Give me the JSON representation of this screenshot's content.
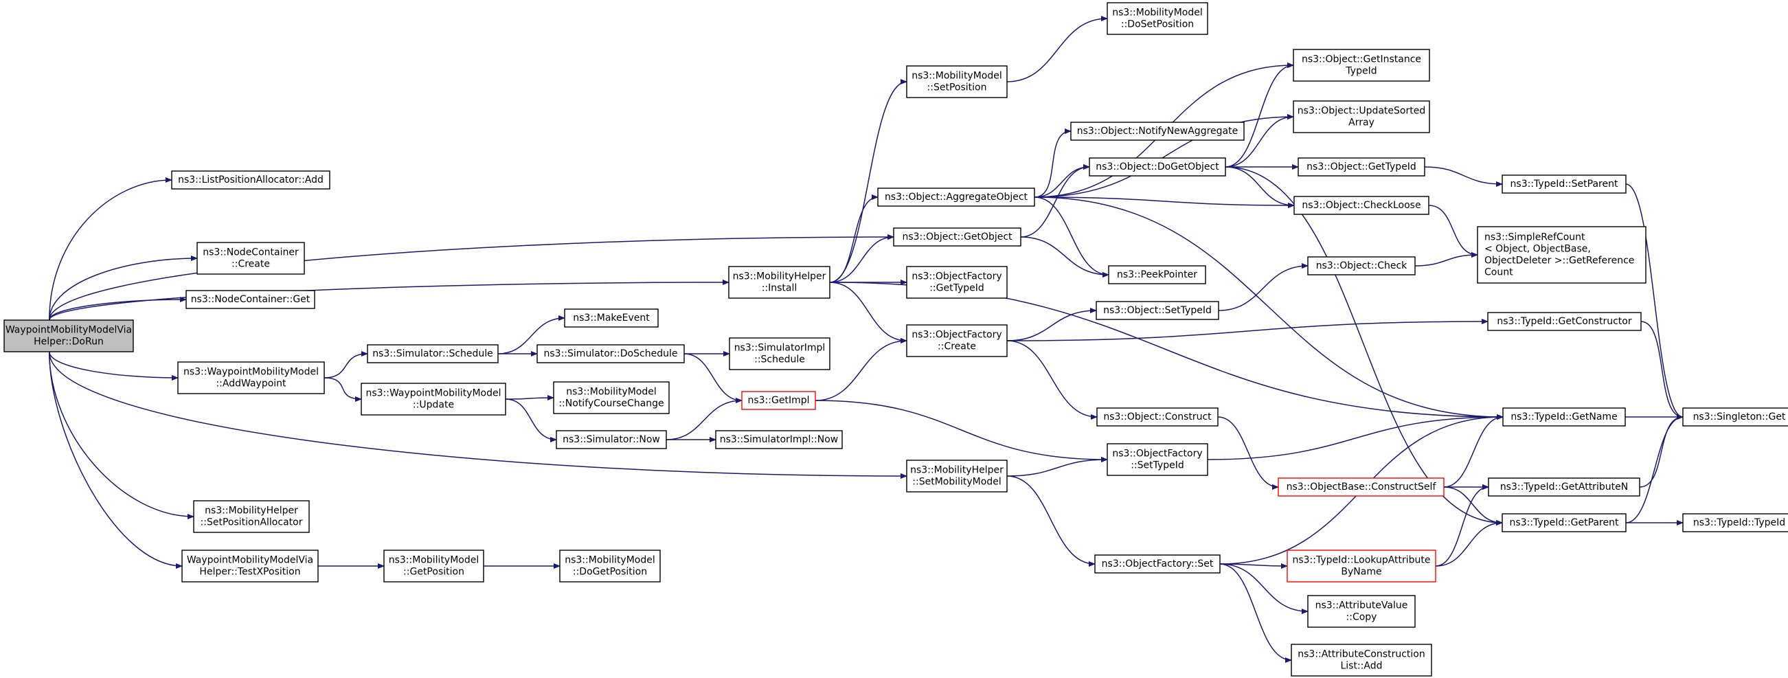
{
  "diagram": {
    "type": "call-graph",
    "colors": {
      "edge": "#191970",
      "root_fill": "#bfbfbf",
      "border": "#000000",
      "truncated_border": "#ff0000"
    },
    "nodes": [
      {
        "id": "root",
        "lines": [
          "WaypointMobilityModelVia",
          "Helper::DoRun"
        ],
        "style": "root"
      },
      {
        "id": "lpa_add",
        "lines": [
          "ns3::ListPositionAllocator::Add"
        ]
      },
      {
        "id": "nc_create",
        "lines": [
          "ns3::NodeContainer",
          "::Create"
        ]
      },
      {
        "id": "nc_get",
        "lines": [
          "ns3::NodeContainer::Get"
        ]
      },
      {
        "id": "wmm_addwp",
        "lines": [
          "ns3::WaypointMobilityModel",
          "::AddWaypoint"
        ]
      },
      {
        "id": "mh_setposalloc",
        "lines": [
          "ns3::MobilityHelper",
          "::SetPositionAllocator"
        ]
      },
      {
        "id": "testx",
        "lines": [
          "WaypointMobilityModelVia",
          "Helper::TestXPosition"
        ]
      },
      {
        "id": "sim_schedule",
        "lines": [
          "ns3::Simulator::Schedule"
        ]
      },
      {
        "id": "wmm_update",
        "lines": [
          "ns3::WaypointMobilityModel",
          "::Update"
        ]
      },
      {
        "id": "mm_getpos",
        "lines": [
          "ns3::MobilityModel",
          "::GetPosition"
        ]
      },
      {
        "id": "makeevent",
        "lines": [
          "ns3::MakeEvent"
        ]
      },
      {
        "id": "sim_doschedule",
        "lines": [
          "ns3::Simulator::DoSchedule"
        ]
      },
      {
        "id": "mm_notify",
        "lines": [
          "ns3::MobilityModel",
          "::NotifyCourseChange"
        ]
      },
      {
        "id": "sim_now",
        "lines": [
          "ns3::Simulator::Now"
        ]
      },
      {
        "id": "mm_dogetpos",
        "lines": [
          "ns3::MobilityModel",
          "::DoGetPosition"
        ]
      },
      {
        "id": "simimpl_schedule",
        "lines": [
          "ns3::SimulatorImpl",
          "::Schedule"
        ]
      },
      {
        "id": "getimpl",
        "lines": [
          "ns3::GetImpl"
        ],
        "style": "red"
      },
      {
        "id": "simimpl_now",
        "lines": [
          "ns3::SimulatorImpl::Now"
        ]
      },
      {
        "id": "mh_install",
        "lines": [
          "ns3::MobilityHelper",
          "::Install"
        ]
      },
      {
        "id": "mm_setpos",
        "lines": [
          "ns3::MobilityModel",
          "::SetPosition"
        ]
      },
      {
        "id": "obj_aggregate",
        "lines": [
          "ns3::Object::AggregateObject"
        ]
      },
      {
        "id": "obj_getobject",
        "lines": [
          "ns3::Object::GetObject"
        ]
      },
      {
        "id": "of_gettypeid",
        "lines": [
          "ns3::ObjectFactory",
          "::GetTypeId"
        ]
      },
      {
        "id": "of_create",
        "lines": [
          "ns3::ObjectFactory",
          "::Create"
        ]
      },
      {
        "id": "mh_setmobmodel",
        "lines": [
          "ns3::MobilityHelper",
          "::SetMobilityModel"
        ]
      },
      {
        "id": "mm_dosetpos",
        "lines": [
          "ns3::MobilityModel",
          "::DoSetPosition"
        ]
      },
      {
        "id": "obj_notifynew",
        "lines": [
          "ns3::Object::NotifyNewAggregate"
        ]
      },
      {
        "id": "obj_dogetobject",
        "lines": [
          "ns3::Object::DoGetObject"
        ]
      },
      {
        "id": "peekpointer",
        "lines": [
          "ns3::PeekPointer"
        ]
      },
      {
        "id": "obj_settypeid",
        "lines": [
          "ns3::Object::SetTypeId"
        ]
      },
      {
        "id": "obj_construct",
        "lines": [
          "ns3::Object::Construct"
        ]
      },
      {
        "id": "of_settypeid",
        "lines": [
          "ns3::ObjectFactory",
          "::SetTypeId"
        ]
      },
      {
        "id": "of_set",
        "lines": [
          "ns3::ObjectFactory::Set"
        ]
      },
      {
        "id": "obj_getinstance",
        "lines": [
          "ns3::Object::GetInstance",
          "TypeId"
        ]
      },
      {
        "id": "obj_updatesorted",
        "lines": [
          "ns3::Object::UpdateSorted",
          "Array"
        ]
      },
      {
        "id": "obj_gettypeid",
        "lines": [
          "ns3::Object::GetTypeId"
        ]
      },
      {
        "id": "obj_checkloose",
        "lines": [
          "ns3::Object::CheckLoose"
        ]
      },
      {
        "id": "obj_check",
        "lines": [
          "ns3::Object::Check"
        ]
      },
      {
        "id": "objbase_constructself",
        "lines": [
          "ns3::ObjectBase::ConstructSelf"
        ],
        "style": "red"
      },
      {
        "id": "tid_lookup",
        "lines": [
          "ns3::TypeId::LookupAttribute",
          "ByName"
        ],
        "style": "red"
      },
      {
        "id": "av_copy",
        "lines": [
          "ns3::AttributeValue",
          "::Copy"
        ]
      },
      {
        "id": "acl_add",
        "lines": [
          "ns3::AttributeConstruction",
          "List::Add"
        ]
      },
      {
        "id": "tid_setparent",
        "lines": [
          "ns3::TypeId::SetParent"
        ]
      },
      {
        "id": "simplerefcount",
        "lines": [
          "ns3::SimpleRefCount",
          "< Object, ObjectBase,",
          "ObjectDeleter >::GetReference",
          "Count"
        ],
        "align": "left"
      },
      {
        "id": "tid_getconstructor",
        "lines": [
          "ns3::TypeId::GetConstructor"
        ]
      },
      {
        "id": "tid_getname",
        "lines": [
          "ns3::TypeId::GetName"
        ]
      },
      {
        "id": "tid_getattrn",
        "lines": [
          "ns3::TypeId::GetAttributeN"
        ]
      },
      {
        "id": "tid_getparent",
        "lines": [
          "ns3::TypeId::GetParent"
        ]
      },
      {
        "id": "singleton_get",
        "lines": [
          "ns3::Singleton::Get"
        ]
      },
      {
        "id": "tid_typeid",
        "lines": [
          "ns3::TypeId::TypeId"
        ]
      }
    ],
    "edges": [
      [
        "root",
        "lpa_add"
      ],
      [
        "root",
        "nc_create"
      ],
      [
        "root",
        "nc_get"
      ],
      [
        "root",
        "wmm_addwp"
      ],
      [
        "root",
        "mh_setposalloc"
      ],
      [
        "root",
        "testx"
      ],
      [
        "root",
        "obj_getobject"
      ],
      [
        "root",
        "mh_install"
      ],
      [
        "root",
        "mh_setmobmodel"
      ],
      [
        "wmm_addwp",
        "sim_schedule"
      ],
      [
        "wmm_addwp",
        "wmm_update"
      ],
      [
        "testx",
        "mm_getpos"
      ],
      [
        "mm_getpos",
        "mm_dogetpos"
      ],
      [
        "sim_schedule",
        "makeevent"
      ],
      [
        "sim_schedule",
        "sim_doschedule"
      ],
      [
        "wmm_update",
        "mm_notify"
      ],
      [
        "wmm_update",
        "sim_now"
      ],
      [
        "sim_doschedule",
        "simimpl_schedule"
      ],
      [
        "sim_doschedule",
        "getimpl"
      ],
      [
        "sim_now",
        "getimpl"
      ],
      [
        "sim_now",
        "simimpl_now"
      ],
      [
        "getimpl",
        "of_create"
      ],
      [
        "getimpl",
        "of_settypeid"
      ],
      [
        "mh_install",
        "mm_setpos"
      ],
      [
        "mh_install",
        "obj_aggregate"
      ],
      [
        "mh_install",
        "obj_getobject"
      ],
      [
        "mh_install",
        "of_gettypeid"
      ],
      [
        "mh_install",
        "of_create"
      ],
      [
        "mh_install",
        "tid_getname"
      ],
      [
        "mm_setpos",
        "mm_dosetpos"
      ],
      [
        "obj_aggregate",
        "obj_getinstance"
      ],
      [
        "obj_aggregate",
        "obj_updatesorted"
      ],
      [
        "obj_aggregate",
        "obj_notifynew"
      ],
      [
        "obj_aggregate",
        "obj_dogetobject"
      ],
      [
        "obj_aggregate",
        "obj_checkloose"
      ],
      [
        "obj_aggregate",
        "peekpointer"
      ],
      [
        "obj_aggregate",
        "tid_getname"
      ],
      [
        "obj_getobject",
        "obj_dogetobject"
      ],
      [
        "obj_getobject",
        "peekpointer"
      ],
      [
        "obj_dogetobject",
        "obj_getinstance"
      ],
      [
        "obj_dogetobject",
        "obj_updatesorted"
      ],
      [
        "obj_dogetobject",
        "obj_gettypeid"
      ],
      [
        "obj_dogetobject",
        "obj_checkloose"
      ],
      [
        "obj_dogetobject",
        "tid_getparent"
      ],
      [
        "of_create",
        "obj_settypeid"
      ],
      [
        "of_create",
        "obj_construct"
      ],
      [
        "of_create",
        "tid_getconstructor"
      ],
      [
        "mh_setmobmodel",
        "of_settypeid"
      ],
      [
        "mh_setmobmodel",
        "of_set"
      ],
      [
        "obj_settypeid",
        "obj_check"
      ],
      [
        "obj_construct",
        "objbase_constructself"
      ],
      [
        "of_settypeid",
        "tid_getname"
      ],
      [
        "of_set",
        "tid_getname"
      ],
      [
        "of_set",
        "tid_lookup"
      ],
      [
        "of_set",
        "av_copy"
      ],
      [
        "of_set",
        "acl_add"
      ],
      [
        "obj_gettypeid",
        "tid_setparent"
      ],
      [
        "obj_checkloose",
        "simplerefcount"
      ],
      [
        "obj_check",
        "simplerefcount"
      ],
      [
        "objbase_constructself",
        "tid_getname"
      ],
      [
        "objbase_constructself",
        "tid_getattrn"
      ],
      [
        "objbase_constructself",
        "tid_getparent"
      ],
      [
        "tid_lookup",
        "tid_getattrn"
      ],
      [
        "tid_lookup",
        "tid_getparent"
      ],
      [
        "tid_setparent",
        "singleton_get"
      ],
      [
        "tid_getconstructor",
        "singleton_get"
      ],
      [
        "tid_getname",
        "singleton_get"
      ],
      [
        "tid_getattrn",
        "singleton_get"
      ],
      [
        "tid_getparent",
        "singleton_get"
      ],
      [
        "tid_getparent",
        "tid_typeid"
      ]
    ]
  }
}
